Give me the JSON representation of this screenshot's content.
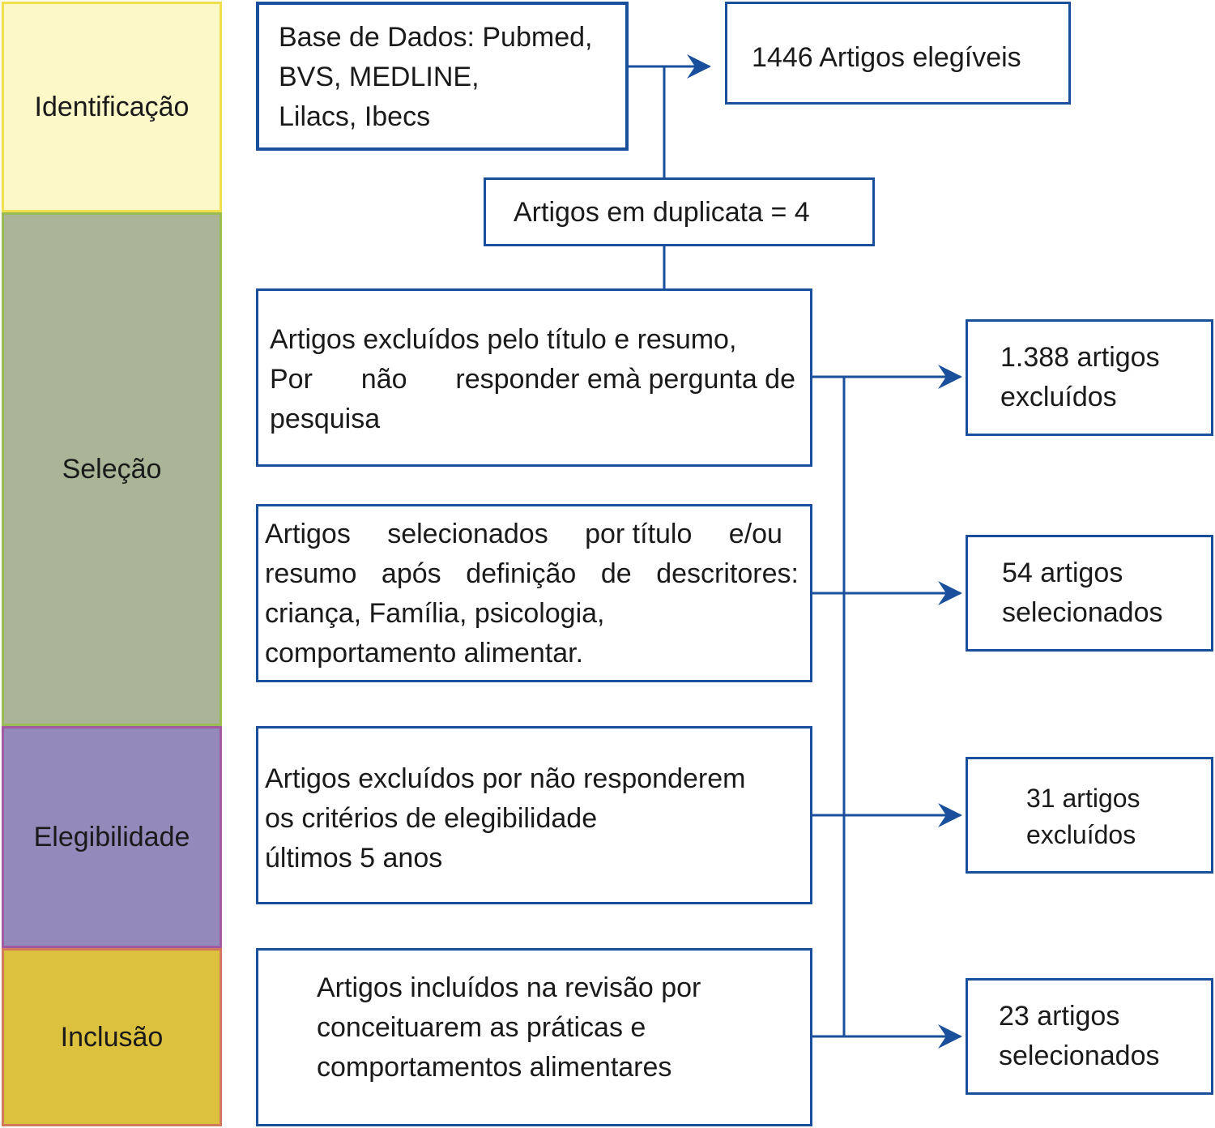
{
  "stages": {
    "identificacao": {
      "label": "Identificação",
      "fill": "#fdf8c8",
      "border": "#f2df4e"
    },
    "selecao": {
      "label": "Seleção",
      "fill": "#a9b596",
      "border": "#9bbb54"
    },
    "elegibilidade": {
      "label": "Elegibilidade",
      "fill": "#9389bb",
      "border": "#a25ba3"
    },
    "inclusao": {
      "label": "Inclusão",
      "fill": "#dcc13f",
      "border": "#d2795d"
    }
  },
  "boxes": {
    "base_dados": {
      "lines": [
        "Base de Dados: Pubmed,",
        "BVS, MEDLINE,",
        "Lilacs, Ibecs"
      ]
    },
    "elegiveis": {
      "text": "1446 Artigos elegíveis"
    },
    "duplicata": {
      "text": "Artigos em duplicata = 4"
    },
    "excluidos_titulo": {
      "line1": "Artigos excluídos pelo título e resumo,",
      "line2_words": [
        "Por",
        "não",
        "responder emà pergunta de"
      ],
      "line3": "pesquisa"
    },
    "selecionados_titulo": {
      "line1_words": [
        "Artigos",
        "selecionados",
        "por título",
        "e/ou"
      ],
      "line2_words": [
        "resumo",
        "após",
        "definição",
        "de",
        "descritores:"
      ],
      "line3": "criança, Família, psicologia,",
      "line4": "comportamento alimentar."
    },
    "excluidos_criterios": {
      "lines": [
        "Artigos excluídos por não responderem",
        "os critérios de elegibilidade",
        "últimos 5 anos"
      ]
    },
    "incluidos": {
      "lines": [
        "Artigos incluídos na revisão por",
        "conceituarem as práticas e",
        "comportamentos alimentares"
      ]
    }
  },
  "results": {
    "r1": {
      "lines": [
        "1.388 artigos",
        "excluídos"
      ]
    },
    "r2": {
      "lines": [
        "54 artigos",
        "selecionados"
      ]
    },
    "r3": {
      "lines": [
        "31 artigos",
        "excluídos"
      ]
    },
    "r4": {
      "lines": [
        "23 artigos",
        "selecionados"
      ]
    }
  },
  "colors": {
    "line": "#1a4f9c",
    "box_border": "#1a4f9c"
  }
}
